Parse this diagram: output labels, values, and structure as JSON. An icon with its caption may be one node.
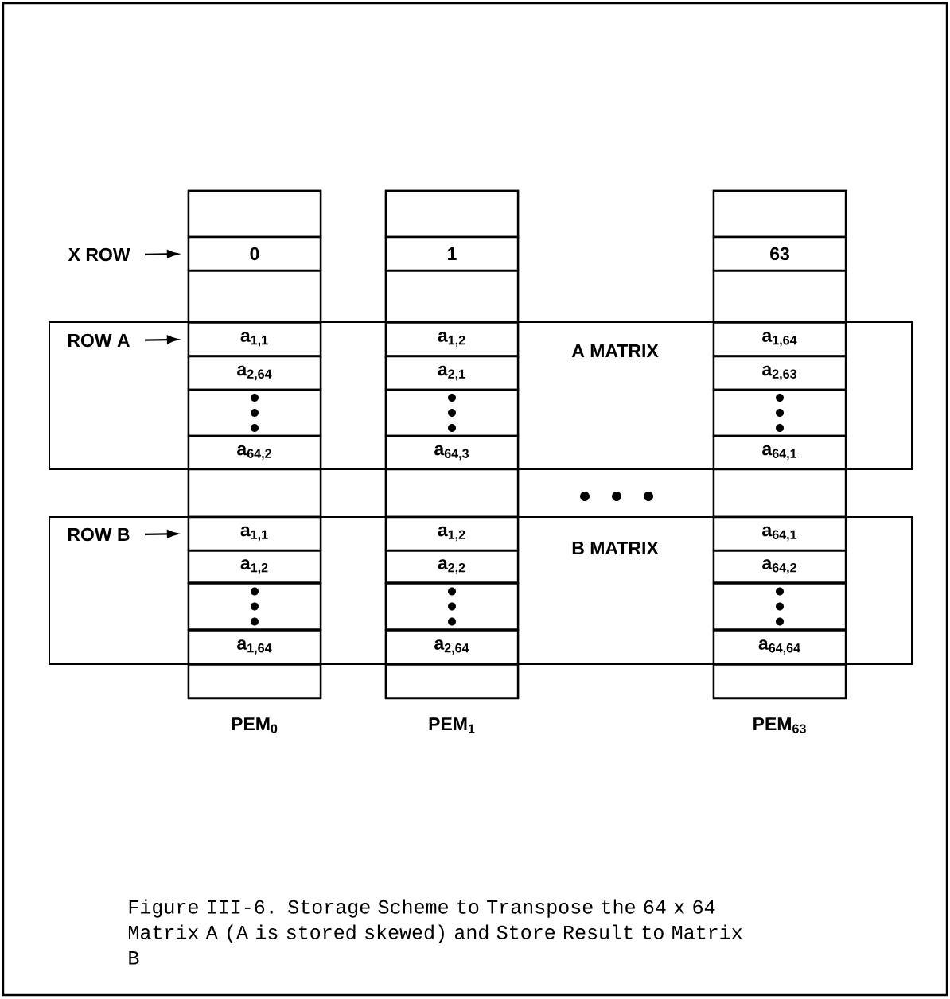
{
  "diagram": {
    "caption": "Figure III-6. Storage Scheme to Transpose the 64 x 64 Matrix A (A is stored skewed) and Store Result to Matrix B",
    "nodes": [
      {
        "text": [
          "X ROW"
        ]
      },
      {
        "text": [
          "PEM$_{0}$"
        ]
      },
      {
        "text": [
          "PEM$_{1}$"
        ]
      },
      {
        "text": [
          "PEM$_{63}$"
        ]
      },
      {
        "text": [],
        "shape": "box",
        "in": 1
      },
      {
        "text": [],
        "shape": "box",
        "in": 2
      },
      {
        "text": [],
        "shape": "box",
        "in": 3
      },
      {
        "text": [
          "0"
        ],
        "in": 1
      },
      {
        "text": [
          "1"
        ],
        "in": 2
      },
      {
        "text": [
          "63"
        ],
        "in": 3
      },
      {
        "text": [],
        "shape": "box",
        "in": 1
      },
      {
        "text": [],
        "shape": "box",
        "in": 2
      },
      {
        "text": [],
        "shape": "box",
        "in": 3
      },
      {
        "text": [
          "A MATRIX"
        ]
      },
      {
        "text": [
          "ROW A"
        ],
        "in": 13
      },
      {
        "text": [
          "a$_{1,1}$"
        ]
      },
      {
        "text": [
          "a$_{1,2}$"
        ]
      },
      {
        "text": [
          "a$_{1,64}$"
        ]
      },
      {
        "text": [
          "a$_{2,64}$"
        ]
      },
      {
        "text": [
          "a$_{2,1}$"
        ]
      },
      {
        "text": [
          "a$_{2,63}$"
        ]
      },
      {
        "text": [],
        "shape": "box"
      },
      {
        "text": [],
        "shape": "box"
      },
      {
        "text": [],
        "shape": "box"
      },
      {
        "text": [
          "a$_{64,2}$"
        ]
      },
      {
        "text": [
          "a$_{64,3}$"
        ]
      },
      {
        "text": [
          "a$_{64,1}$"
        ]
      },
      {
        "text": [],
        "shape": "box",
        "in": 1
      },
      {
        "text": [],
        "shape": "box",
        "in": 2
      },
      {
        "text": [],
        "shape": "box",
        "in": 3
      },
      {
        "text": [
          "B MATRIX"
        ]
      },
      {
        "text": [
          "ROW B"
        ],
        "in": 30
      },
      {
        "text": [
          "a$_{1,1}$"
        ]
      },
      {
        "text": [
          "a$_{1,2}$"
        ]
      },
      {
        "text": [
          "a$_{64,1}$"
        ]
      },
      {
        "text": [
          "a$_{1,2}$"
        ]
      },
      {
        "text": [
          "a$_{2,2}$"
        ]
      },
      {
        "text": [
          "a$_{64,2}$"
        ]
      },
      {
        "text": [],
        "shape": "box"
      },
      {
        "text": [],
        "shape": "box"
      },
      {
        "text": [],
        "shape": "box"
      },
      {
        "text": [
          "a$_{1,64}$"
        ]
      },
      {
        "text": [
          "a$_{2,64}$"
        ]
      },
      {
        "text": [
          "a$_{64,64}$"
        ]
      },
      {
        "text": [],
        "shape": "box",
        "in": 1
      },
      {
        "text": [],
        "shape": "box",
        "in": 2
      },
      {
        "text": [],
        "shape": "box",
        "in": 3
      }
    ],
    "edges": [
      {
        "from": 0,
        "to": 7,
        "arrow": "to"
      },
      {
        "from": 14,
        "to": 15,
        "arrow": "to"
      },
      {
        "from": 31,
        "to": 32,
        "arrow": "to"
      }
    ]
  }
}
